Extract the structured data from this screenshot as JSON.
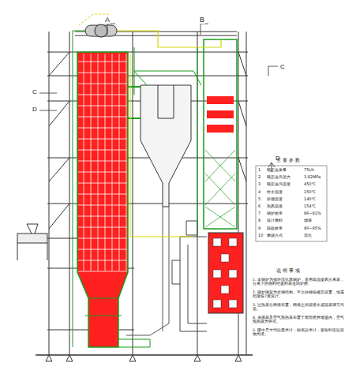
{
  "diagram": {
    "labels": [
      "A",
      "B",
      "C",
      "C",
      "D",
      "D",
      "主 要 参 数",
      "1",
      "额定蒸发量",
      "75t/h",
      "2",
      "额定蒸汽压力",
      "3.82MPa",
      "3",
      "额定蒸汽温度",
      "450℃",
      "4",
      "给水温度",
      "150℃",
      "5",
      "排烟温度",
      "140℃",
      "6",
      "热风温度",
      "154℃",
      "7",
      "锅炉效率",
      "86~91%",
      "8",
      "设计燃料",
      "烟煤",
      "9",
      "脱硫效率",
      "90~95%",
      "10",
      "燃烧方式",
      "流化",
      "说 明 事 项",
      "1. 本锅炉为循环流化床锅炉，采用高温旋风分离器，分离下的物料经返料器送回炉膛。",
      "2. 锅炉钢架为全钢结构，平台扶梯按规范设置，地震烈度按7度设计。",
      "3. 过热器分两级布置，两级之间设喷水减温器调节汽温。",
      "4. 省煤器及空气预热器布置于尾部竖井烟道内，空气预热器为管式。",
      "5. 图中尺寸均以毫米计，标高以米计，安装时应以实物为准。"
    ]
  }
}
